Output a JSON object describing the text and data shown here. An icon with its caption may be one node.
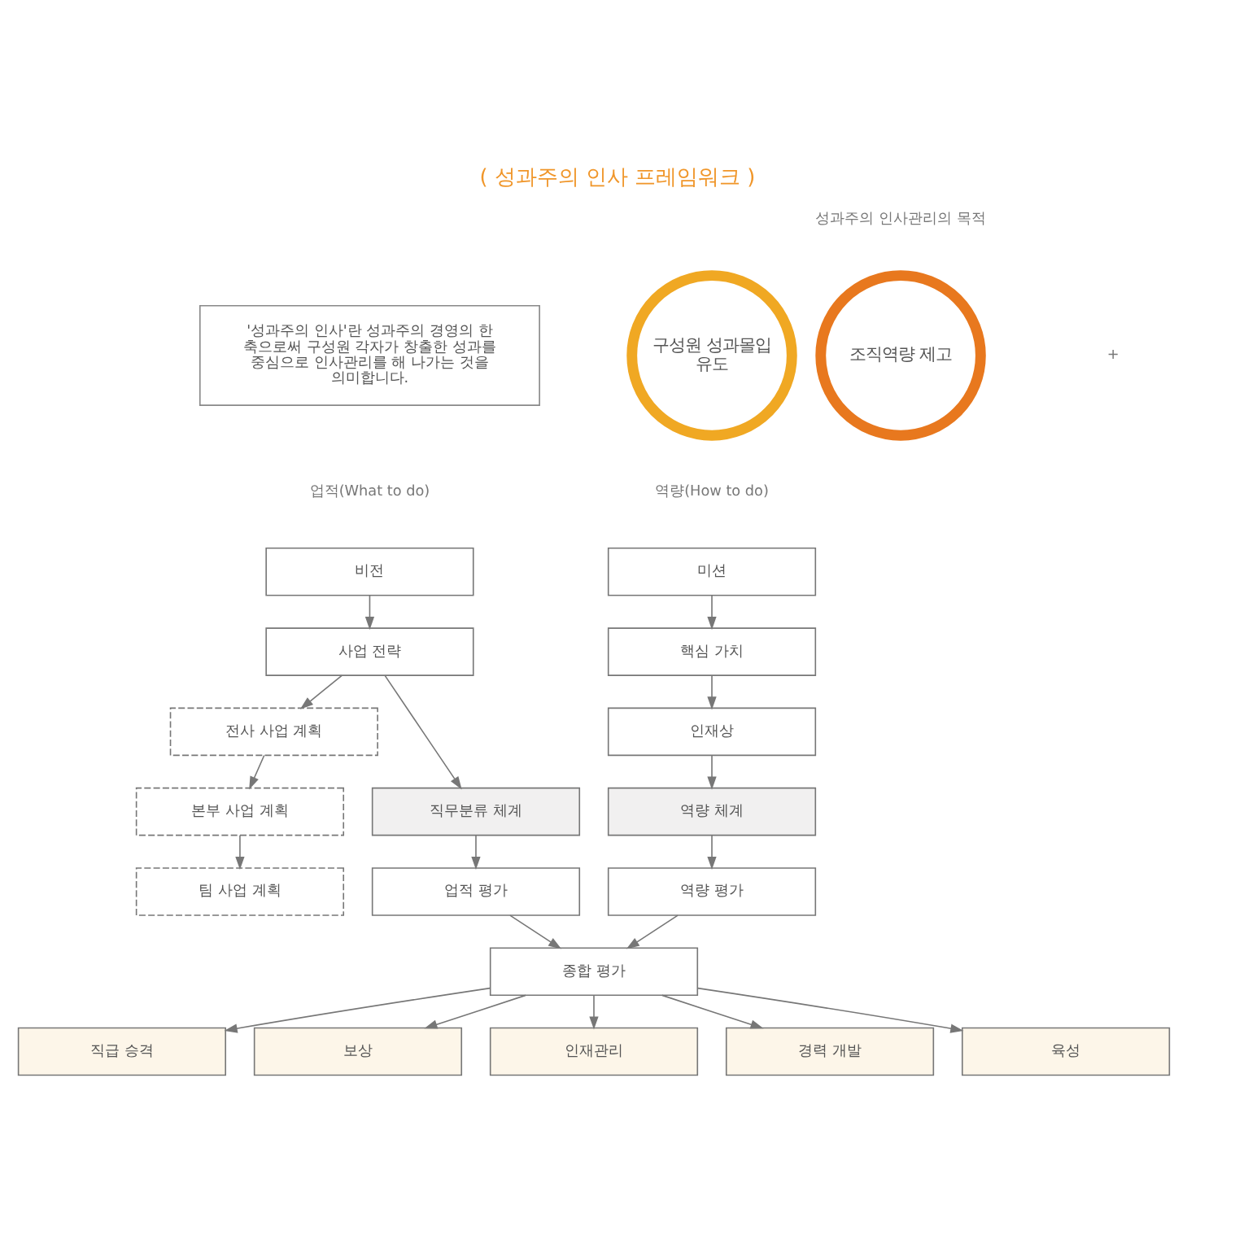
{
  "diagram": {
    "title": "( 성과주의 인사 프레임워크 )",
    "nodes": [
      {
        "text": [
          "'성과주의 인사'란 성과주의 경영의 한 축으로써 구성원 각자가 창출한 성과를 중심으로 인사관리를 해 나가는 것을 의미합니다."
        ]
      },
      {
        "text": [
          "조직역량 제고"
        ]
      },
      {
        "text": [
          "구성원 성과몰입 유도"
        ]
      },
      {
        "text": [
          "비전"
        ]
      },
      {
        "text": [
          "사업 전략"
        ]
      },
      {
        "text": [
          "전사 사업 계획"
        ]
      },
      {
        "text": [
          "본부 사업 계획"
        ]
      },
      {
        "text": [
          "팀 사업 계획"
        ]
      },
      {
        "text": [
          "직무분류 체계"
        ]
      },
      {
        "text": [
          "미션"
        ]
      },
      {
        "text": [
          "핵심 가치"
        ]
      },
      {
        "text": [
          "인재상"
        ]
      },
      {
        "text": [
          "역량 체계"
        ]
      },
      {
        "text": [
          "업적 평가"
        ]
      },
      {
        "text": [
          "종합 평가"
        ]
      },
      {
        "text": [
          "역량 평가"
        ]
      },
      {
        "text": [
          "직급 승격"
        ]
      },
      {
        "text": [
          "보상"
        ]
      },
      {
        "text": [
          "인재관리"
        ]
      },
      {
        "text": [
          "경력 개발"
        ]
      },
      {
        "text": [
          "육성"
        ]
      }
    ],
    "edges": [
      {
        "from": 3,
        "to": 4,
        "arrow": "to"
      },
      {
        "from": 4,
        "to": 5,
        "arrow": "to"
      },
      {
        "from": 4,
        "to": 8,
        "arrow": "to"
      },
      {
        "from": 5,
        "to": 6,
        "arrow": "to"
      },
      {
        "from": 6,
        "to": 7,
        "arrow": "to"
      },
      {
        "from": 9,
        "to": 10,
        "arrow": "to"
      },
      {
        "from": 10,
        "to": 11,
        "arrow": "to"
      },
      {
        "from": 11,
        "to": 12,
        "arrow": "to"
      },
      {
        "from": 8,
        "to": 13,
        "arrow": "to"
      },
      {
        "from": 12,
        "to": 15,
        "arrow": "to"
      },
      {
        "from": 13,
        "to": 14,
        "arrow": "to"
      },
      {
        "from": 15,
        "to": 14,
        "arrow": "to"
      },
      {
        "from": 14,
        "to": 16,
        "arrow": "to"
      },
      {
        "from": 14,
        "to": 17,
        "arrow": "to"
      },
      {
        "from": 14,
        "to": 18,
        "arrow": "to"
      },
      {
        "from": 14,
        "to": 19,
        "arrow": "to"
      },
      {
        "from": 14,
        "to": 20,
        "arrow": "to"
      }
    ],
    "labels": [
      "성과주의 인사관리의 목적",
      "+",
      "업적(What to do)",
      "역량(How to do)"
    ]
  }
}
